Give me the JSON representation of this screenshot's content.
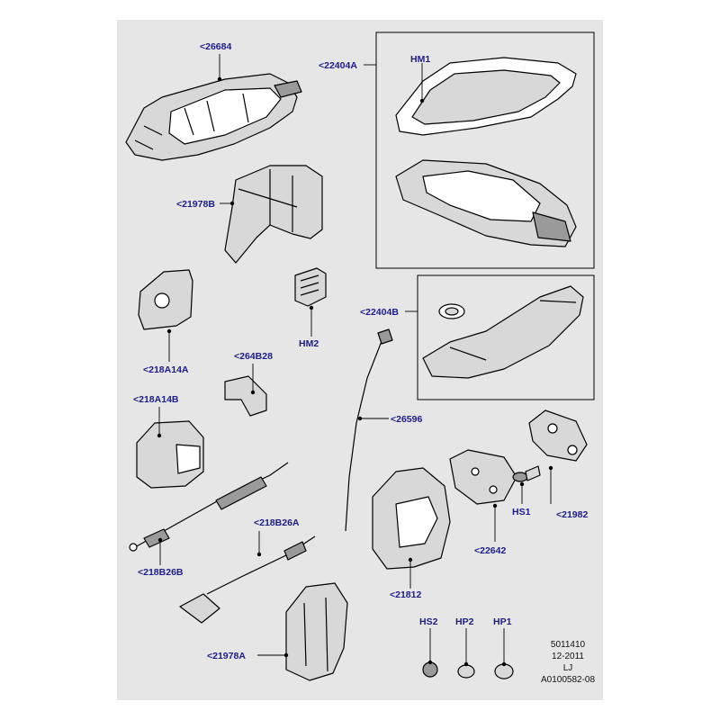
{
  "callouts": {
    "c26684": "<26684",
    "c22404A": "<22404A",
    "cHM1": "HM1",
    "c21978B": "<21978B",
    "c218A14A": "<218A14A",
    "cHM2": "HM2",
    "c264B28": "<264B28",
    "c22404B": "<22404B",
    "c218A14B": "<218A14B",
    "c26596": "<26596",
    "c218B26A": "<218B26A",
    "c218B26B": "<218B26B",
    "cHS1": "HS1",
    "c21982": "<21982",
    "c22642": "<22642",
    "c21812": "<21812",
    "c21978A": "<21978A",
    "cHS2": "HS2",
    "cHP2": "HP2",
    "cHP1": "HP1"
  },
  "reference": {
    "line1": "5011410",
    "line2": "12-2011",
    "line3": "LJ",
    "line4": "A0100582-08"
  },
  "colors": {
    "callout_text": "#1c1c8c",
    "part_fill": "#d8d8d8",
    "background": "#e6e6e6"
  }
}
